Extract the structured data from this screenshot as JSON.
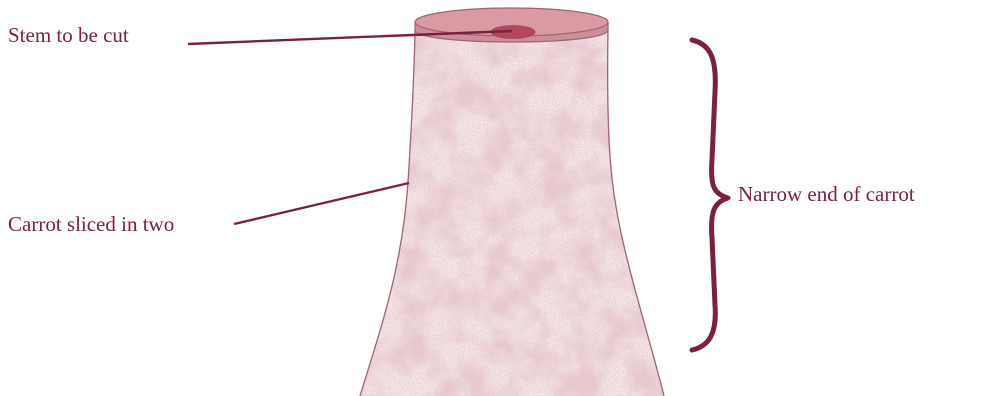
{
  "labels": {
    "stem": "Stem to be cut",
    "slice": "Carrot sliced in two",
    "narrow": "Narrow end of carrot"
  },
  "colors": {
    "accent": "#7a2140",
    "carrot_fill": "#c98f99",
    "carrot_speckle": "#b87884",
    "carrot_top": "#d99aa3",
    "stem_core": "#b2485d",
    "outline": "#9a6670"
  }
}
